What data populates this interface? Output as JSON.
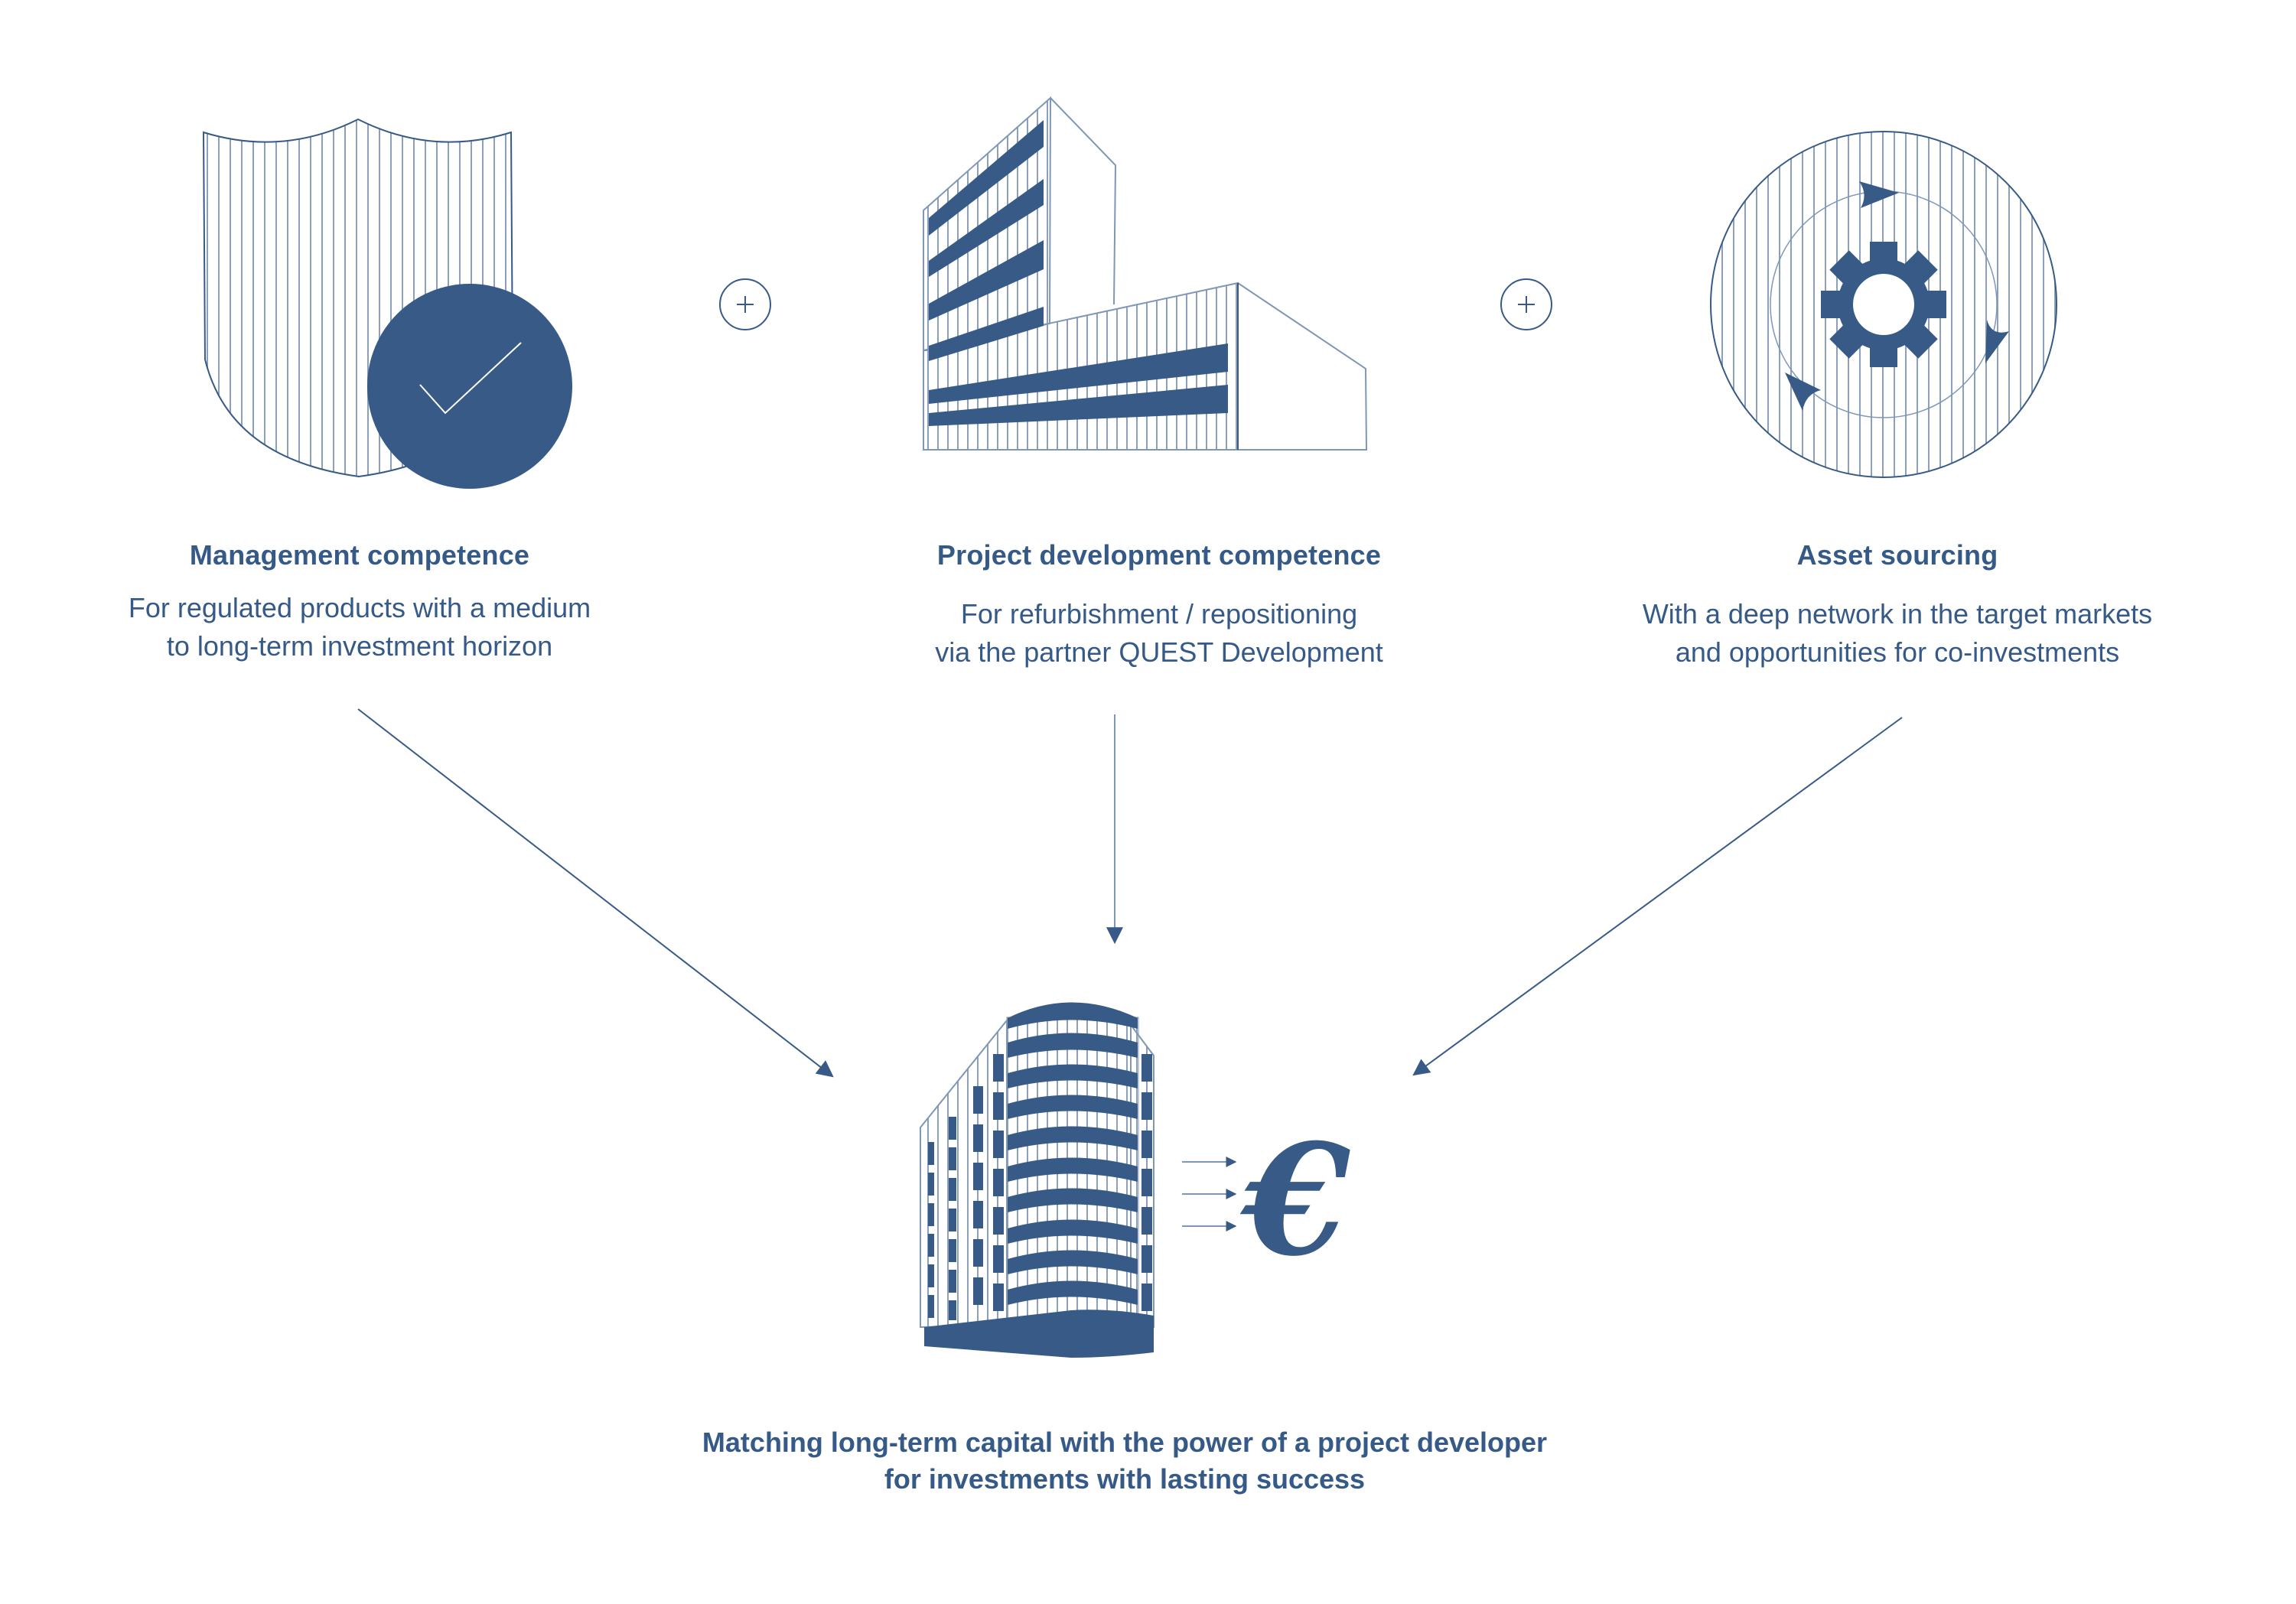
{
  "colors": {
    "primary": "#375a87",
    "hatch_light": "#c9d3e1",
    "hatch_dark": "#7f97b6",
    "background": "#ffffff"
  },
  "connectors": {
    "plus_symbol": "+"
  },
  "pillars": [
    {
      "icon": "shield-check-icon",
      "title": "Management competence",
      "description_lines": [
        "For regulated products with a medium",
        "to long-term investment horizon"
      ]
    },
    {
      "icon": "office-building-icon",
      "title": "Project development competence",
      "description_lines": [
        "For refurbishment / repositioning",
        "via the partner QUEST Development"
      ]
    },
    {
      "icon": "gear-cycle-icon",
      "title": "Asset sourcing",
      "description_lines": [
        "With a deep network in the target markets",
        "and opportunities for co-investments"
      ]
    }
  ],
  "result": {
    "icon": "tower-building-icon",
    "currency_symbol": "€",
    "caption_lines": [
      "Matching long-term capital with the power of a project developer",
      "for investments with lasting success"
    ]
  }
}
